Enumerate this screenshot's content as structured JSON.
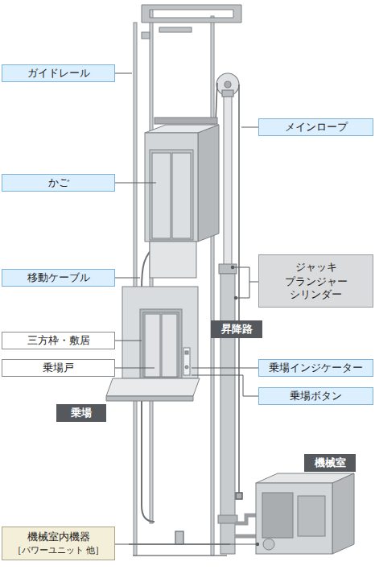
{
  "diagram": {
    "nodes": [
      {
        "text": [
          "ガイドレール"
        ]
      },
      {
        "text": [
          "メインロープ"
        ]
      },
      {
        "text": [
          "かご"
        ]
      },
      {
        "text": [
          "移動ケーブル"
        ]
      },
      {
        "text": [
          "ジャッキ",
          "プランジャー シリンダー"
        ]
      },
      {
        "text": [
          "三方枠・敷居"
        ]
      },
      {
        "text": [
          "昇降路"
        ]
      },
      {
        "text": [
          "乗場インジケーター"
        ]
      },
      {
        "text": [
          "乗場戸"
        ]
      },
      {
        "text": [
          "乗場ボタン"
        ]
      },
      {
        "text": [
          "乗場"
        ]
      },
      {
        "text": [
          "機械室"
        ]
      },
      {
        "text": [
          "機械室内機器",
          "［パワーユニット 他］"
        ]
      }
    ]
  }
}
